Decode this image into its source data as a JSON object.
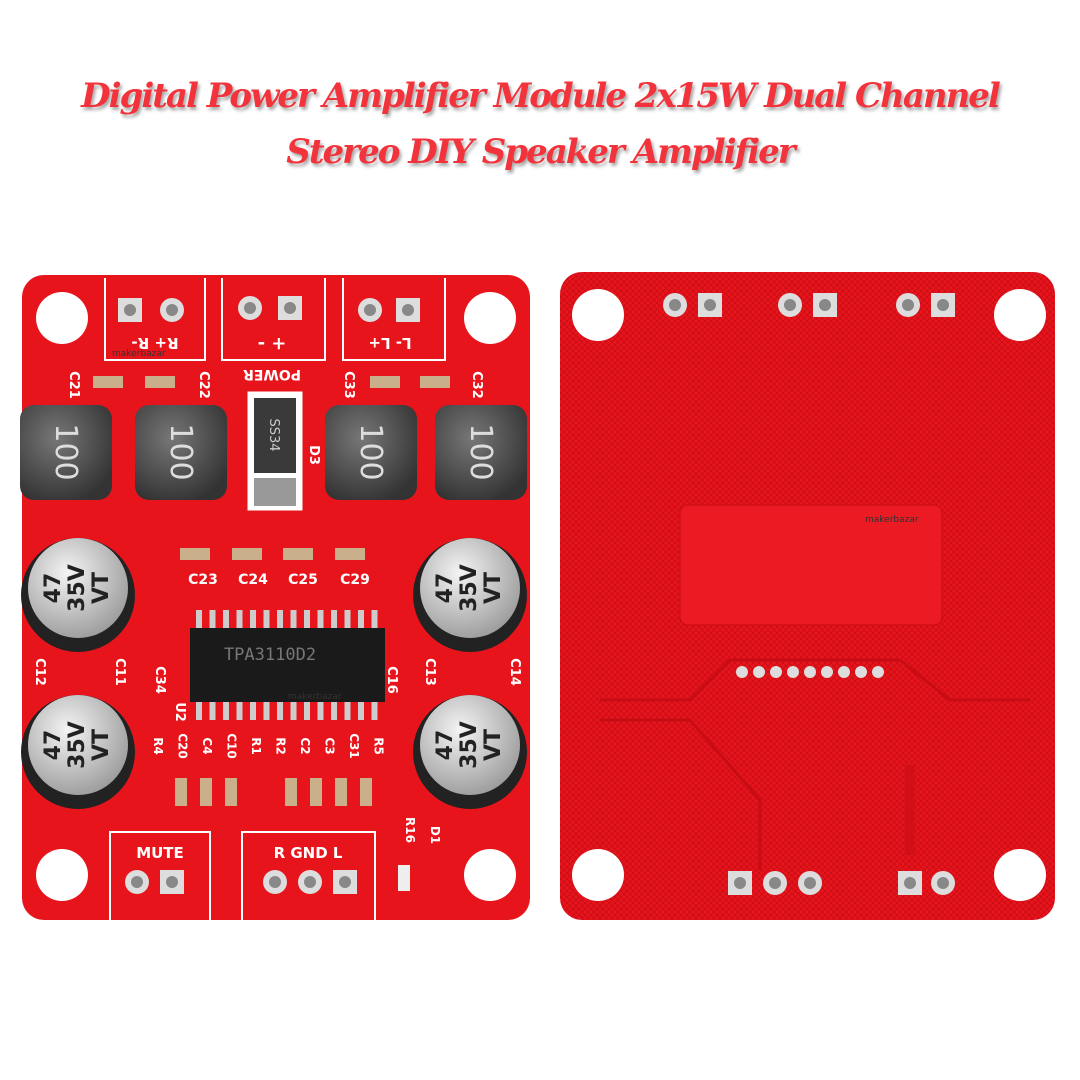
{
  "title": {
    "line1": "Digital Power Amplifier Module 2x15W Dual Channel",
    "line2": "Stereo DIY Speaker Amplifier"
  },
  "colors": {
    "pcb": "#e8141c",
    "title": "#f2333b"
  },
  "front_board": {
    "terminals": [
      "R+ R-",
      "+ -",
      "L- L+"
    ],
    "power_label": "POWER",
    "cap_labels_top": [
      "C21",
      "C22",
      "C33",
      "C32"
    ],
    "inductor_marking": "100",
    "diode_marking": "SS34",
    "diode_ref": "D3",
    "small_caps": [
      "C23",
      "C24",
      "C25",
      "C29"
    ],
    "electrolytic_marking": [
      "47",
      "35V",
      "VT"
    ],
    "side_labels": [
      "C12",
      "C11",
      "C34",
      "C16",
      "C13",
      "C14",
      "U2"
    ],
    "bottom_refs": [
      "R4",
      "C20",
      "C4",
      "C10",
      "R1",
      "R2",
      "C2",
      "C3",
      "C31",
      "R5"
    ],
    "chip_marking": "TPA3110D2",
    "mute_label": "MUTE",
    "input_label": "R GND L",
    "led_refs": [
      "R16",
      "D1"
    ],
    "watermark": "makerbazar"
  },
  "back_board": {
    "watermark": "makerbazar"
  }
}
